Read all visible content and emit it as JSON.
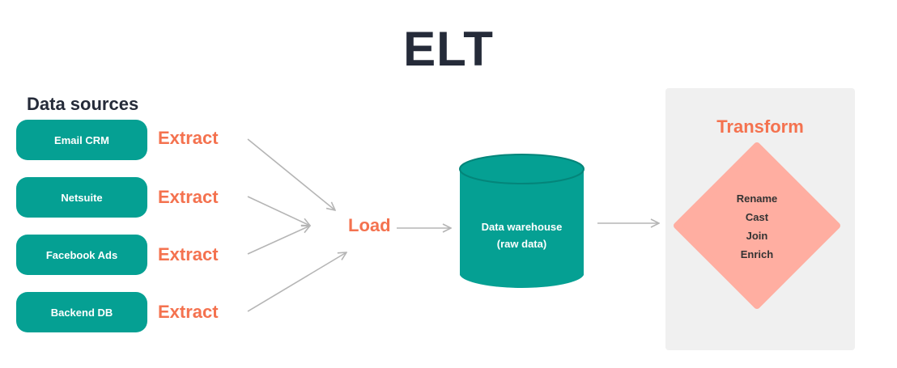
{
  "title": "ELT",
  "sources_heading": "Data sources",
  "sources": [
    {
      "label": "Email CRM",
      "action": "Extract"
    },
    {
      "label": "Netsuite",
      "action": "Extract"
    },
    {
      "label": "Facebook Ads",
      "action": "Extract"
    },
    {
      "label": "Backend DB",
      "action": "Extract"
    }
  ],
  "load_label": "Load",
  "warehouse": {
    "line1": "Data warehouse",
    "line2": "(raw data)"
  },
  "transform": {
    "label": "Transform",
    "operations": [
      "Rename",
      "Cast",
      "Join",
      "Enrich"
    ]
  },
  "colors": {
    "teal": "#05a093",
    "teal_dark": "#04857a",
    "orange": "#f4724f",
    "salmon": "#ffaea1",
    "panel": "#f0f0f0",
    "title": "#252b39",
    "arrow": "#b5b5b5"
  }
}
